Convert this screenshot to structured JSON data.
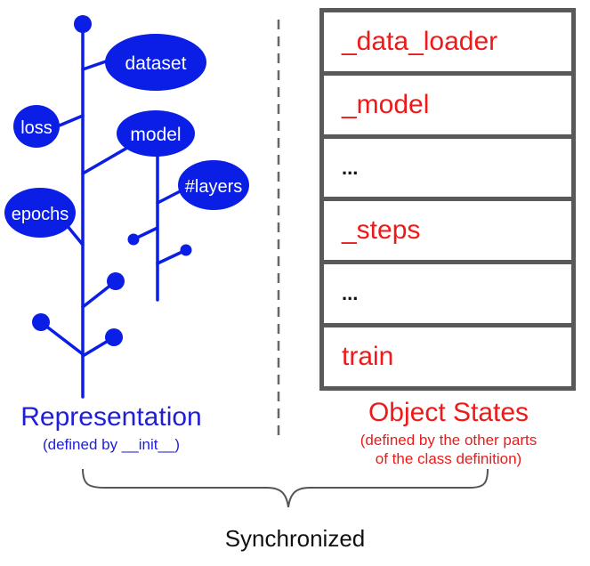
{
  "representation": {
    "title": "Representation",
    "subtitle": "(defined by __init__)",
    "tree_nodes": [
      "dataset",
      "loss",
      "model",
      "#layers",
      "epochs"
    ]
  },
  "object_states": {
    "title": "Object States",
    "subtitle_lines": [
      "(defined by the other parts",
      "of the class definition)"
    ],
    "rows": [
      "_data_loader",
      "_model",
      "...",
      "_steps",
      "...",
      "train"
    ]
  },
  "synchronized_label": "Synchronized",
  "colors": {
    "tree_blue": "#0a1ee6",
    "label_blue": "#1f1fd6",
    "state_red": "#ee1a1a",
    "border_gray": "#595959",
    "divider_gray": "#666666"
  }
}
